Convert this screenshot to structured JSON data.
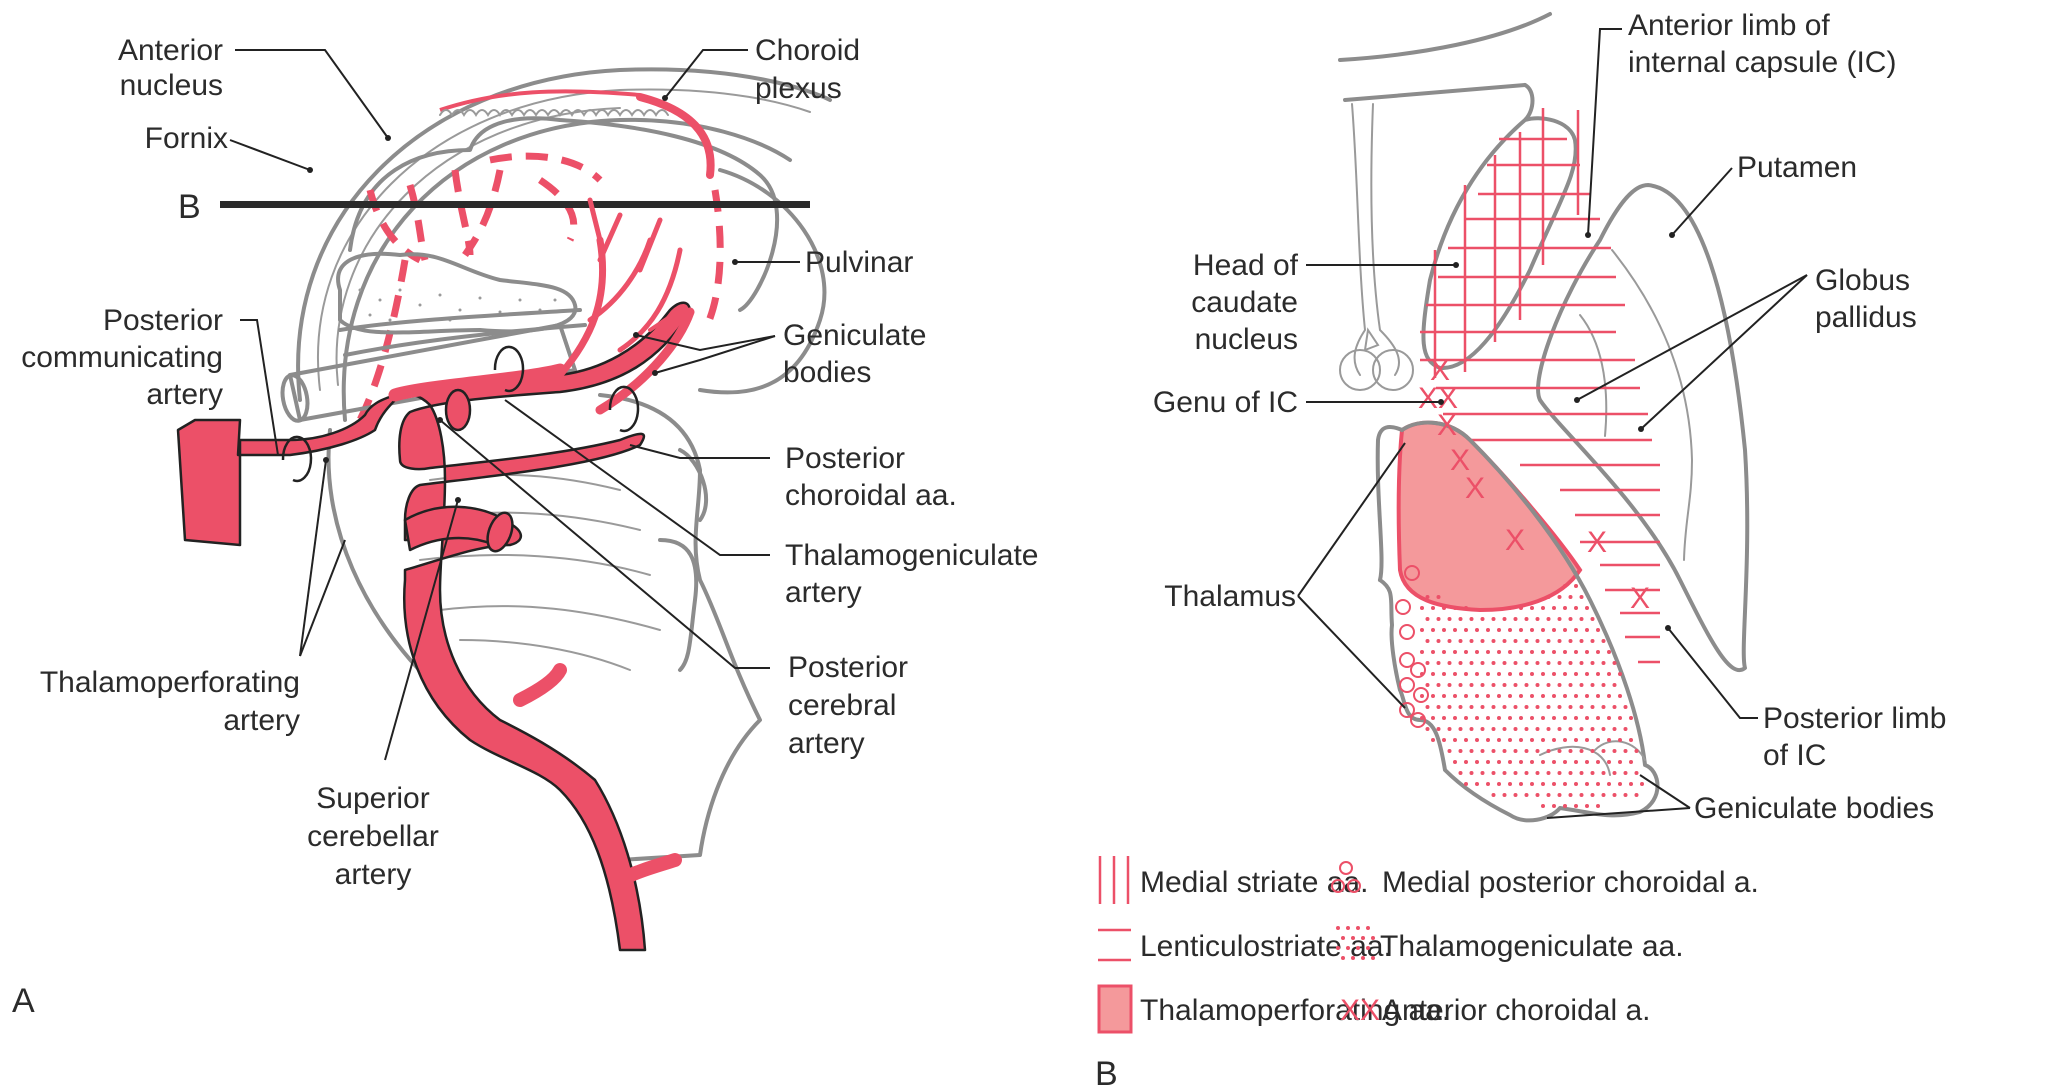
{
  "figure": {
    "panel_a_letter": "A",
    "panel_b_letter": "B",
    "section_line_label": "B"
  },
  "panel_a": {
    "labels": {
      "anterior_nucleus": [
        "Anterior",
        "nucleus"
      ],
      "choroid_plexus": [
        "Choroid",
        "plexus"
      ],
      "fornix": "Fornix",
      "pulvinar": "Pulvinar",
      "posterior_communicating_artery": [
        "Posterior",
        "communicating",
        "artery"
      ],
      "geniculate_bodies": [
        "Geniculate",
        "bodies"
      ],
      "posterior_choroidal_aa": [
        "Posterior",
        "choroidal aa."
      ],
      "thalamogeniculate_artery": [
        "Thalamogeniculate",
        "artery"
      ],
      "thalamoperforating_artery": [
        "Thalamoperforating",
        "artery"
      ],
      "posterior_cerebral_artery": [
        "Posterior",
        "cerebral",
        "artery"
      ],
      "superior_cerebellar_artery": [
        "Superior",
        "cerebellar",
        "artery"
      ]
    }
  },
  "panel_b": {
    "labels": {
      "anterior_limb_ic": [
        "Anterior limb of",
        "internal capsule (IC)"
      ],
      "putamen": "Putamen",
      "head_of_caudate": [
        "Head of",
        "caudate",
        "nucleus"
      ],
      "globus_pallidus": [
        "Globus",
        "pallidus"
      ],
      "genu_of_ic": "Genu of IC",
      "thalamus": "Thalamus",
      "posterior_limb_ic": [
        "Posterior limb",
        "of IC"
      ],
      "geniculate_bodies": "Geniculate bodies"
    },
    "x_marker": "X",
    "xx_marker": "XX"
  },
  "legend": {
    "items": [
      {
        "symbol": "vertical-lines",
        "label": "Medial striate aa."
      },
      {
        "symbol": "horizontal-lines",
        "label": "Lenticulostriate aa."
      },
      {
        "symbol": "filled-square",
        "label": "Thalamoperforating aa."
      },
      {
        "symbol": "circles",
        "label": "Medial posterior choroidal a."
      },
      {
        "symbol": "dots",
        "label": "Thalamogeniculate aa."
      },
      {
        "symbol": "xx",
        "label": "Anterior choroidal a."
      }
    ]
  },
  "colors": {
    "artery_red": "#ec5068",
    "thalamoperforating_fill": "#f4999b",
    "outline_gray": "#8c8c8c",
    "text": "#2b2b2b"
  }
}
